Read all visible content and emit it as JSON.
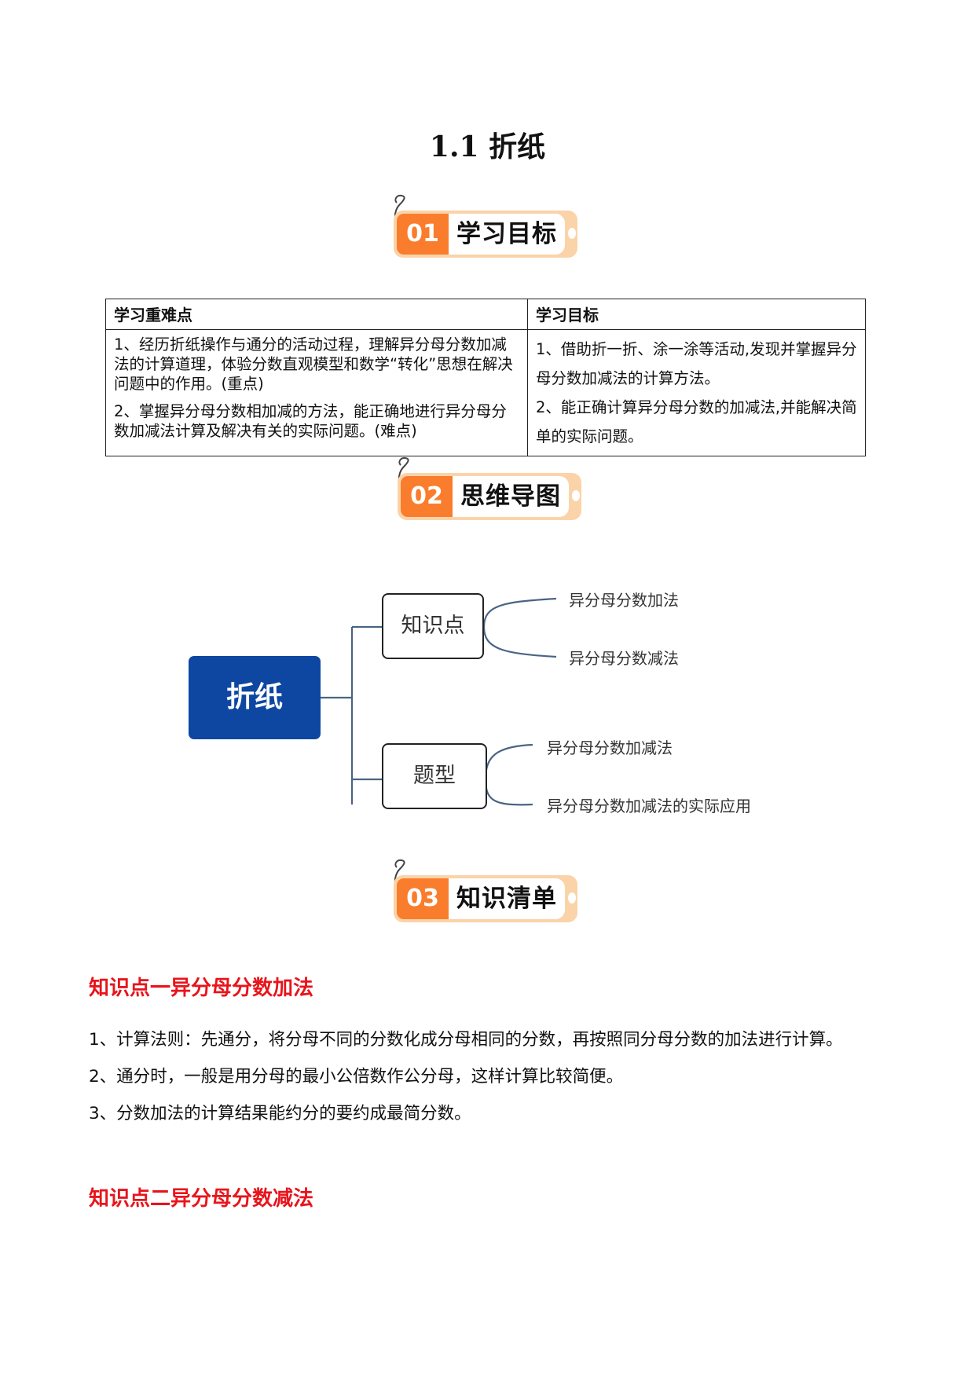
{
  "title": "1.1 折纸",
  "sections": [
    {
      "num": "01",
      "label": "学习目标"
    },
    {
      "num": "02",
      "label": "思维导图"
    },
    {
      "num": "03",
      "label": "知识清单"
    }
  ],
  "goals_table": {
    "headers": [
      "学习重难点",
      "学习目标"
    ],
    "left": [
      "1、经历折纸操作与通分的活动过程，理解异分母分数加减法的计算道理，体验分数直观模型和数学“转化”思想在解决问题中的作用。(重点)",
      "2、掌握异分母分数相加减的方法，能正确地进行异分母分数加减法计算及解决有关的实际问题。(难点)"
    ],
    "right": [
      "1、借助折一折、涂一涂等活动,发现并掌握异分母分数加减法的计算方法。",
      "2、能正确计算异分母分数的加减法,并能解决简单的实际问题。"
    ]
  },
  "mindmap": {
    "root": "折纸",
    "branches": [
      {
        "label": "知识点",
        "leaves": [
          "异分母分数加法",
          "异分母分数减法"
        ]
      },
      {
        "label": "题型",
        "leaves": [
          "异分母分数加减法",
          "异分母分数加减法的实际应用"
        ]
      }
    ]
  },
  "knowledge": {
    "heading1": "知识点一异分母分数加法",
    "items": [
      "1、计算法则：先通分，将分母不同的分数化成分母相同的分数，再按照同分母分数的加法进行计算。",
      "2、通分时，一般是用分母的最小公倍数作公分母，这样计算比较简便。",
      "3、分数加法的计算结果能约分的要约成最简分数。"
    ],
    "heading2": "知识点二异分母分数减法"
  },
  "colors": {
    "badge_orange": "#f97d2c",
    "badge_light": "#fbd3a8",
    "root_blue": "#0d47a1",
    "heading_red": "#e8141b"
  }
}
